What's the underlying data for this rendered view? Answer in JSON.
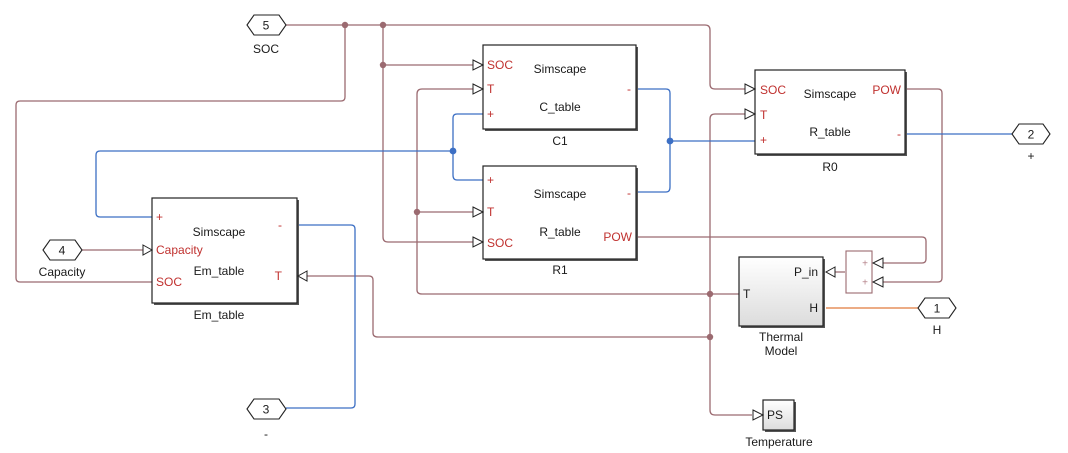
{
  "diagram": {
    "type": "simulink-subsystem",
    "ports": [
      {
        "id": "p5",
        "number": "5",
        "label": "SOC",
        "direction": "inport"
      },
      {
        "id": "p4",
        "number": "4",
        "label": "Capacity",
        "direction": "inport"
      },
      {
        "id": "p3",
        "number": "3",
        "label": "-",
        "direction": "connection"
      },
      {
        "id": "p2",
        "number": "2",
        "label": "+",
        "direction": "connection"
      },
      {
        "id": "p1",
        "number": "1",
        "label": "H",
        "direction": "connection"
      }
    ],
    "blocks": {
      "c1": {
        "title": "Simscape",
        "subtitle": "C_table",
        "name": "C1",
        "ports_left": [
          "SOC",
          "T",
          "+"
        ],
        "ports_right": [
          "-"
        ]
      },
      "r1": {
        "title": "Simscape",
        "subtitle": "R_table",
        "name": "R1",
        "ports_left": [
          "+",
          "T",
          "SOC"
        ],
        "ports_right": [
          "-",
          "POW"
        ]
      },
      "r0": {
        "title": "Simscape",
        "subtitle": "R_table",
        "name": "R0",
        "ports_left": [
          "SOC",
          "T",
          "+"
        ],
        "ports_right": [
          "POW",
          "-"
        ]
      },
      "em": {
        "title": "Simscape",
        "subtitle": "Em_table",
        "name": "Em_table",
        "ports_left": [
          "+",
          "Capacity",
          "SOC"
        ],
        "ports_right": [
          "-",
          "T"
        ]
      },
      "thermal": {
        "name_line1": "Thermal",
        "name_line2": "Model",
        "ports_left": [
          "T"
        ],
        "ports_right": [
          "P_in",
          "H"
        ]
      },
      "sum": {
        "signs": [
          "+",
          "+"
        ]
      },
      "ps": {
        "label": "PS",
        "name": "Temperature"
      }
    }
  },
  "colors": {
    "signal_wire": "#9b6a70",
    "physical_wire": "#3c6fc4",
    "thermal_wire": "#e07a3c",
    "port_label": "#c0312f"
  }
}
